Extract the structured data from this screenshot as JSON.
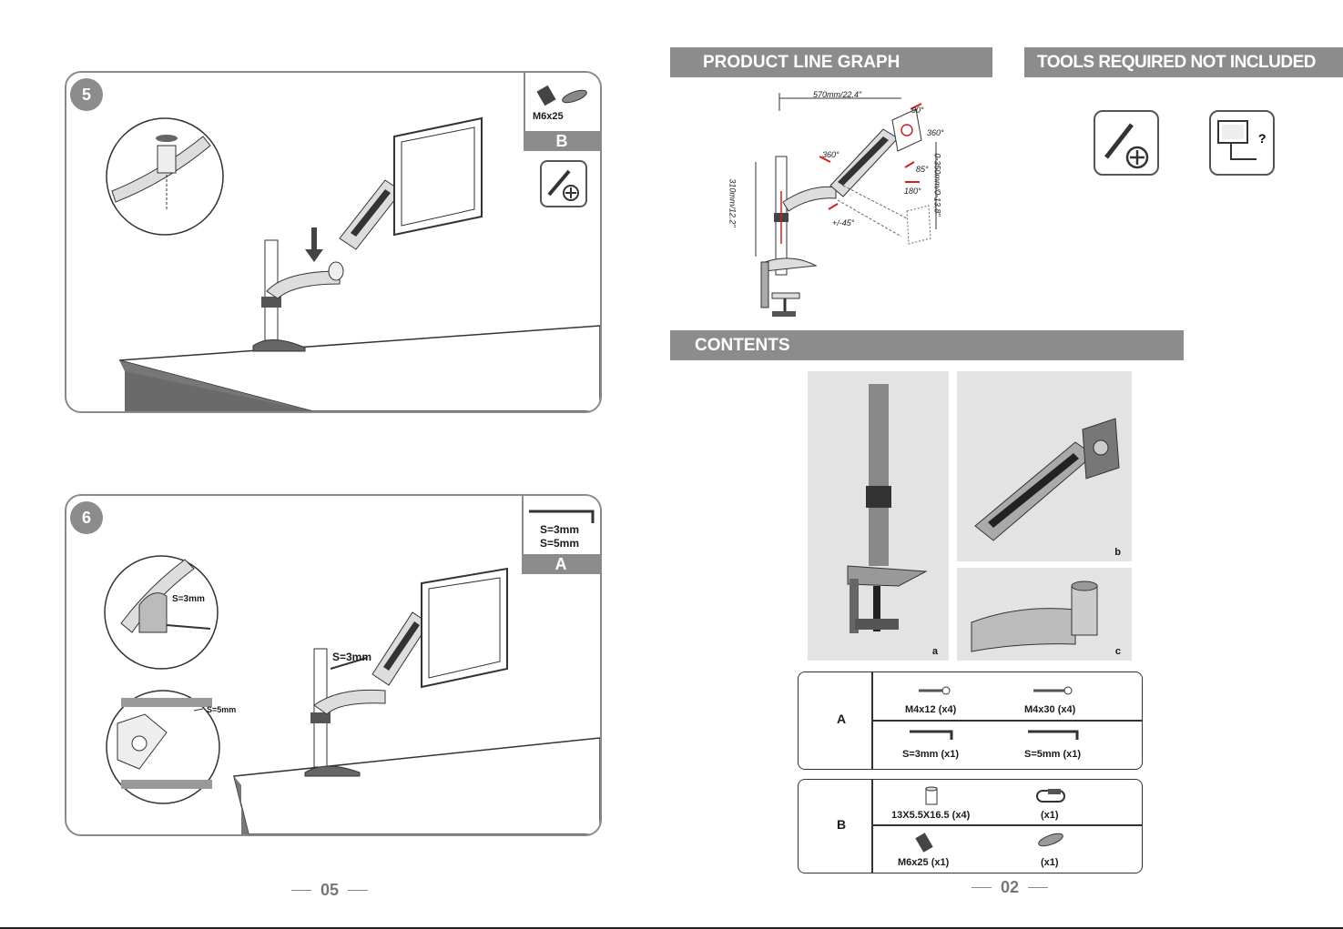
{
  "left_page": {
    "step5": {
      "number": "5",
      "part_label": "M6x25",
      "part_letter": "B"
    },
    "step6": {
      "number": "6",
      "hex_sizes": [
        "S=3mm",
        "S=5mm"
      ],
      "part_letter": "A",
      "callout_top": "S=3mm",
      "callout_bottom": "S=5mm",
      "main_callout": "S=3mm"
    },
    "page_number": "05"
  },
  "right_page": {
    "product_line_graph": {
      "title": "PRODUCT LINE GRAPH",
      "dims": {
        "width": "570mm/22.4\"",
        "height_left": "310mm/12.2\"",
        "height_right": "0-350mm/0-13.8\"",
        "rot90": "90°",
        "rot360a": "360°",
        "rot360b": "360°",
        "tilt85": "85°",
        "swivel180": "180°",
        "tilt45": "+/-45°"
      }
    },
    "tools": {
      "title": "TOOLS REQUIRED NOT INCLUDED"
    },
    "contents": {
      "title": "CONTENTS",
      "photos": [
        "a",
        "b",
        "c"
      ],
      "table_a": {
        "label": "A",
        "items": [
          "M4x12 (x4)",
          "M4x30 (x4)",
          "S=3mm (x1)",
          "S=5mm (x1)"
        ]
      },
      "table_b": {
        "label": "B",
        "items": [
          "13X5.5X16.5 (x4)",
          "(x1)",
          "M6x25 (x1)",
          "(x1)"
        ]
      }
    },
    "page_number": "02"
  },
  "colors": {
    "gray_bar": "#8c8c8c",
    "accent_red": "#d02020"
  }
}
